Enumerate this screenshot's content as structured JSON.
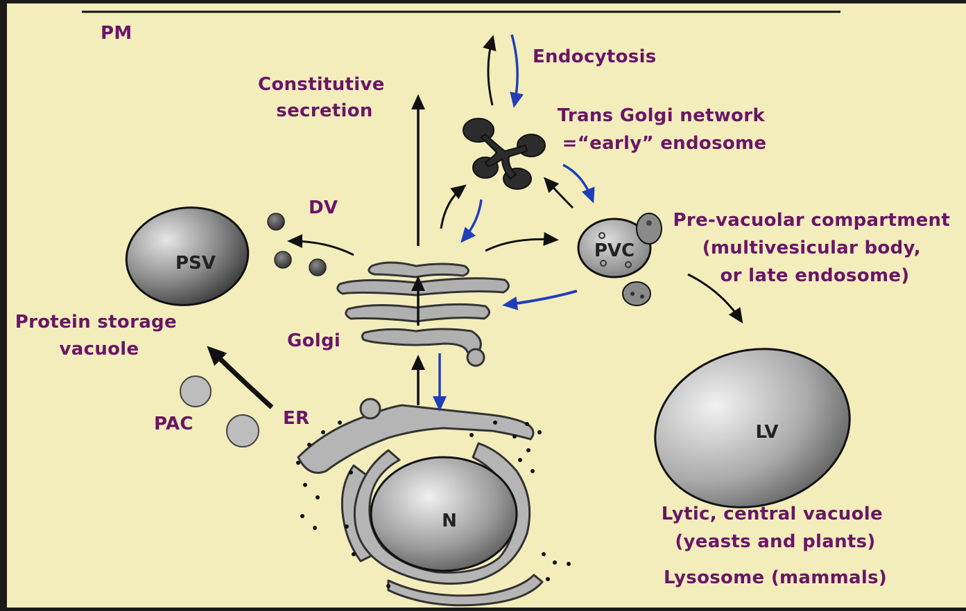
{
  "colors": {
    "background": "#f3edbc",
    "label": "#6a1566",
    "black_arrow": "#111111",
    "blue_arrow": "#1f3fb8",
    "organelle_fill": "#9a9a9a",
    "frame": "#1a1a1a"
  },
  "labels": {
    "pm": "PM",
    "constitutive_secretion": [
      "Constitutive",
      "secretion"
    ],
    "endocytosis": "Endocytosis",
    "tgn": [
      "Trans Golgi network",
      "=“early” endosome"
    ],
    "dv": "DV",
    "pvc_desc": [
      "Pre-vacuolar compartment",
      "(multivesicular body,",
      "or late endosome)"
    ],
    "protein_storage": [
      "Protein storage",
      "vacuole"
    ],
    "golgi": "Golgi",
    "er": "ER",
    "pac": "PAC",
    "lytic": [
      "Lytic, central vacuole",
      "(yeasts and plants)"
    ],
    "lysosome": "Lysosome (mammals)"
  },
  "organelles": {
    "psv": "PSV",
    "pvc": "PVC",
    "lv": "LV",
    "n": "N"
  }
}
